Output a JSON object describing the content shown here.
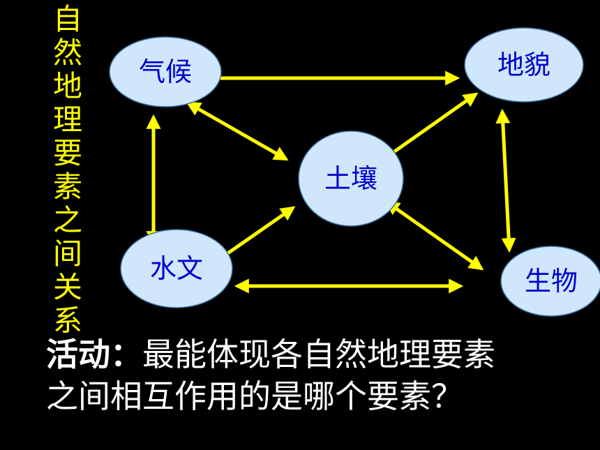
{
  "side_title_chars": [
    "自",
    "然",
    "地",
    "理",
    "要",
    "素",
    "之",
    "间",
    "关",
    "系"
  ],
  "nodes": {
    "climate": "气候",
    "landform": "地貌",
    "soil": "土壤",
    "hydrology": "水文",
    "biology": "生物"
  },
  "activity": {
    "label": "活动：",
    "line1": "最能体现各自然地理要素",
    "line2": "之间相互作用的是哪个要素？"
  },
  "colors": {
    "background": "#000000",
    "arrow": "#ffff00",
    "node_fill": "#cfe6fb",
    "node_text": "#0000cc",
    "title_text": "#ffff00",
    "body_text": "#ffffff"
  }
}
